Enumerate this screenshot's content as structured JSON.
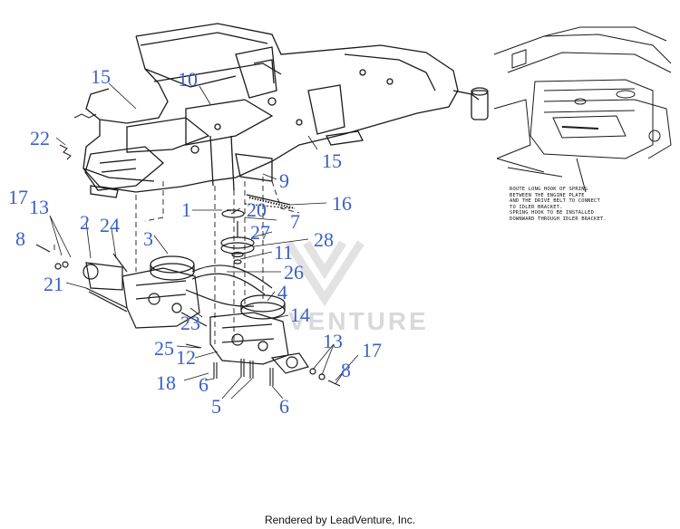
{
  "callouts": [
    {
      "id": "c15a",
      "text": "15"
    },
    {
      "id": "c10",
      "text": "10"
    },
    {
      "id": "c22",
      "text": "22"
    },
    {
      "id": "c15b",
      "text": "15"
    },
    {
      "id": "c9",
      "text": "9"
    },
    {
      "id": "c17a",
      "text": "17"
    },
    {
      "id": "c13a",
      "text": "13"
    },
    {
      "id": "c2",
      "text": "2"
    },
    {
      "id": "c24",
      "text": "24"
    },
    {
      "id": "c1",
      "text": "1"
    },
    {
      "id": "c20",
      "text": "20"
    },
    {
      "id": "c16",
      "text": "16"
    },
    {
      "id": "c7",
      "text": "7"
    },
    {
      "id": "c8a",
      "text": "8"
    },
    {
      "id": "c3",
      "text": "3"
    },
    {
      "id": "c27",
      "text": "27"
    },
    {
      "id": "c28",
      "text": "28"
    },
    {
      "id": "c11",
      "text": "11"
    },
    {
      "id": "c26",
      "text": "26"
    },
    {
      "id": "c21",
      "text": "21"
    },
    {
      "id": "c4",
      "text": "4"
    },
    {
      "id": "c23",
      "text": "23"
    },
    {
      "id": "c14",
      "text": "14"
    },
    {
      "id": "c25",
      "text": "25"
    },
    {
      "id": "c12",
      "text": "12"
    },
    {
      "id": "c13b",
      "text": "13"
    },
    {
      "id": "c17b",
      "text": "17"
    },
    {
      "id": "c8b",
      "text": "8"
    },
    {
      "id": "c18",
      "text": "18"
    },
    {
      "id": "c6a",
      "text": "6"
    },
    {
      "id": "c5",
      "text": "5"
    },
    {
      "id": "c6b",
      "text": "6"
    }
  ],
  "inset_note": [
    "ROUTE LONG HOOK OF SPRING",
    "BETWEEN THE ENGINE PLATE",
    "AND THE DRIVE BELT TO CONNECT",
    "TO IDLER BRACKET.",
    "SPRING HOOK TO BE INSTALLED",
    "DOWNWARD THROUGH IDLER BRACKET."
  ],
  "watermark": "VENTURE",
  "footer": "Rendered by LeadVenture, Inc.",
  "colors": {
    "callout": "#3a5fc8",
    "line": "#1a1a1a",
    "watermark": "#d9d9d9"
  }
}
